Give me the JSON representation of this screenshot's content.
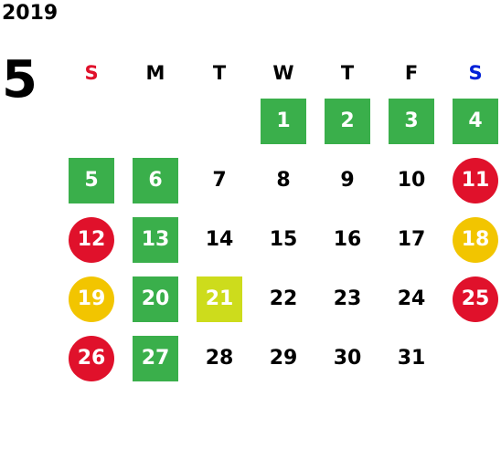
{
  "year": "2019",
  "month": "5",
  "colors": {
    "sunday": "#e0112b",
    "saturday": "#0020d8",
    "green": "#3aaf4b",
    "lime": "#cddc1c",
    "red": "#e0112b",
    "yellow": "#f2c500"
  },
  "weekdays": [
    {
      "label": "S",
      "color": "#e0112b"
    },
    {
      "label": "M",
      "color": "#000000"
    },
    {
      "label": "T",
      "color": "#000000"
    },
    {
      "label": "W",
      "color": "#000000"
    },
    {
      "label": "T",
      "color": "#000000"
    },
    {
      "label": "F",
      "color": "#000000"
    },
    {
      "label": "S",
      "color": "#0020d8"
    }
  ],
  "weeks": [
    [
      {
        "day": "",
        "mark": "none"
      },
      {
        "day": "",
        "mark": "none"
      },
      {
        "day": "",
        "mark": "none"
      },
      {
        "day": "1",
        "mark": "green"
      },
      {
        "day": "2",
        "mark": "green"
      },
      {
        "day": "3",
        "mark": "green"
      },
      {
        "day": "4",
        "mark": "green"
      }
    ],
    [
      {
        "day": "5",
        "mark": "green"
      },
      {
        "day": "6",
        "mark": "green"
      },
      {
        "day": "7",
        "mark": "none"
      },
      {
        "day": "8",
        "mark": "none"
      },
      {
        "day": "9",
        "mark": "none"
      },
      {
        "day": "10",
        "mark": "none"
      },
      {
        "day": "11",
        "mark": "red"
      }
    ],
    [
      {
        "day": "12",
        "mark": "red"
      },
      {
        "day": "13",
        "mark": "green"
      },
      {
        "day": "14",
        "mark": "none"
      },
      {
        "day": "15",
        "mark": "none"
      },
      {
        "day": "16",
        "mark": "none"
      },
      {
        "day": "17",
        "mark": "none"
      },
      {
        "day": "18",
        "mark": "yellow"
      }
    ],
    [
      {
        "day": "19",
        "mark": "yellow"
      },
      {
        "day": "20",
        "mark": "green"
      },
      {
        "day": "21",
        "mark": "lime"
      },
      {
        "day": "22",
        "mark": "none"
      },
      {
        "day": "23",
        "mark": "none"
      },
      {
        "day": "24",
        "mark": "none"
      },
      {
        "day": "25",
        "mark": "red"
      }
    ],
    [
      {
        "day": "26",
        "mark": "red"
      },
      {
        "day": "27",
        "mark": "green"
      },
      {
        "day": "28",
        "mark": "none"
      },
      {
        "day": "29",
        "mark": "none"
      },
      {
        "day": "30",
        "mark": "none"
      },
      {
        "day": "31",
        "mark": "none"
      },
      {
        "day": "",
        "mark": "none"
      }
    ]
  ]
}
